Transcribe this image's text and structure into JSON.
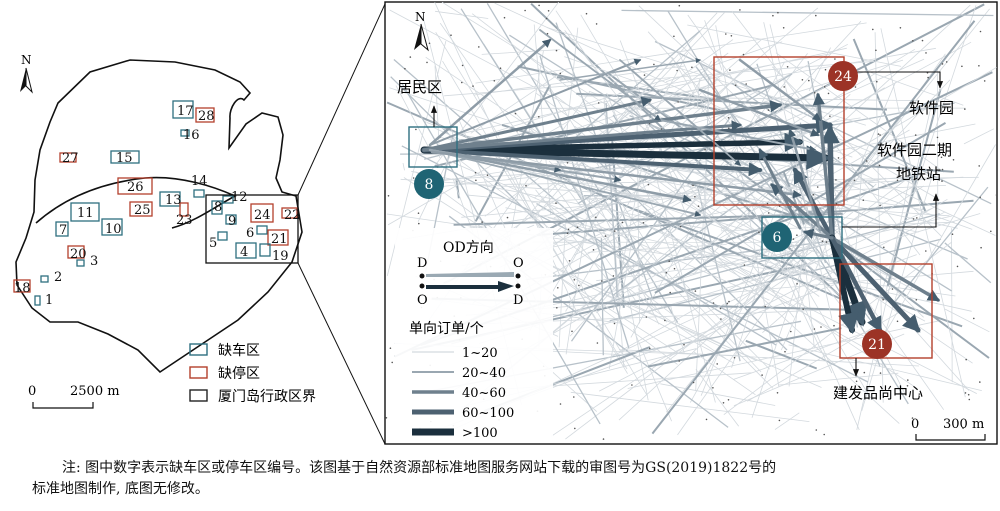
{
  "overview": {
    "north": "N",
    "scale_zero": "0",
    "scale_label": "2500 m",
    "zones": [
      {
        "id": "17",
        "kind": "shortage"
      },
      {
        "id": "28",
        "kind": "parking"
      },
      {
        "id": "16",
        "kind": "shortage"
      },
      {
        "id": "27",
        "kind": "parking"
      },
      {
        "id": "15",
        "kind": "shortage"
      },
      {
        "id": "26",
        "kind": "parking"
      },
      {
        "id": "13",
        "kind": "shortage"
      },
      {
        "id": "25",
        "kind": "parking"
      },
      {
        "id": "14",
        "kind": "shortage"
      },
      {
        "id": "12",
        "kind": "shortage"
      },
      {
        "id": "8",
        "kind": "shortage"
      },
      {
        "id": "23",
        "kind": "parking"
      },
      {
        "id": "9",
        "kind": "shortage"
      },
      {
        "id": "24",
        "kind": "parking"
      },
      {
        "id": "22",
        "kind": "parking"
      },
      {
        "id": "5",
        "kind": "shortage"
      },
      {
        "id": "6",
        "kind": "shortage"
      },
      {
        "id": "21",
        "kind": "parking"
      },
      {
        "id": "4",
        "kind": "shortage"
      },
      {
        "id": "19",
        "kind": "shortage"
      },
      {
        "id": "11",
        "kind": "shortage"
      },
      {
        "id": "10",
        "kind": "shortage"
      },
      {
        "id": "7",
        "kind": "shortage"
      },
      {
        "id": "20",
        "kind": "parking"
      },
      {
        "id": "3",
        "kind": "shortage"
      },
      {
        "id": "2",
        "kind": "shortage"
      },
      {
        "id": "18",
        "kind": "parking"
      },
      {
        "id": "1",
        "kind": "shortage"
      }
    ],
    "legend": [
      {
        "label": "缺车区",
        "color": "#2e6f80"
      },
      {
        "label": "缺停区",
        "color": "#b4402c"
      },
      {
        "label": "厦门岛行政区界",
        "color": "#222222"
      }
    ]
  },
  "detail": {
    "north": "N",
    "labels": {
      "residential": "居民区",
      "software_park": "软件园",
      "metro_line1": "软件园二期",
      "metro_line2": "地铁站",
      "fashion_center": "建发品尚中心"
    },
    "markers": [
      {
        "id": "8",
        "color": "#1f6474"
      },
      {
        "id": "6",
        "color": "#1f6474"
      },
      {
        "id": "24",
        "color": "#9c3326"
      },
      {
        "id": "21",
        "color": "#9c3326"
      }
    ],
    "od_legend": {
      "title": "OD方向",
      "d": "D",
      "o": "O"
    },
    "flow_legend": {
      "title": "单向订单/个",
      "classes": [
        "1~20",
        "20~40",
        "40~60",
        "60~100",
        ">100"
      ]
    },
    "scale_zero": "0",
    "scale_label": "300 m"
  },
  "note": {
    "line1": "注: 图中数字表示缺车区或停车区编号。该图基于自然资源部标准地图服务网站下载的审图号为GS(2019)1822号的",
    "line2": "标准地图制作, 底图无修改。"
  }
}
